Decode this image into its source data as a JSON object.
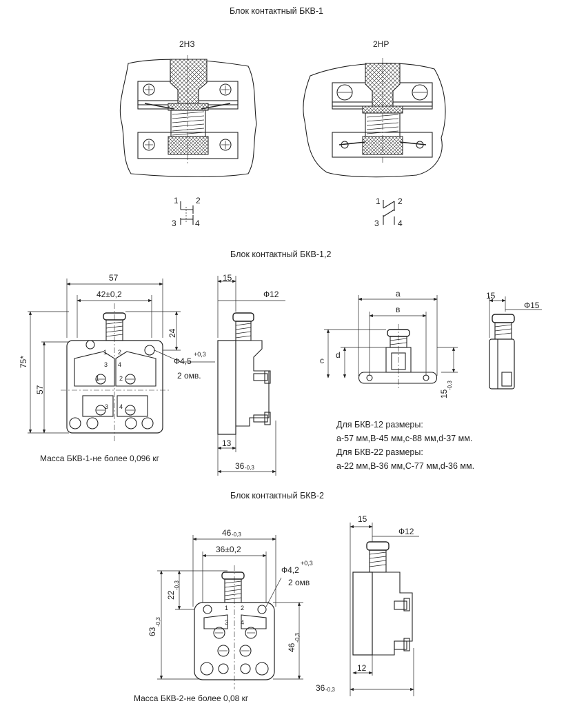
{
  "sections": {
    "bkv1_title": "Блок контактный БКВ-1",
    "bkv12_title": "Блок контактный БКВ-1,2",
    "bkv2_title": "Блок контактный БКВ-2"
  },
  "bkv1": {
    "variant_left": "2НЗ",
    "variant_right": "2НР",
    "schematic_left": [
      "1",
      "2",
      "3",
      "4"
    ],
    "schematic_right": [
      "1",
      "2",
      "3",
      "4"
    ]
  },
  "bkv12": {
    "dim_width": "57",
    "dim_holes": "42±0,2",
    "dim_height_total": "75*",
    "dim_height": "57",
    "dim_top": "24",
    "hole_dia": "Ф4,5",
    "hole_tol": "+0,3",
    "hole_note": "2 омв.",
    "side_top": "15",
    "side_dia": "Ф12",
    "side_bottom": "13",
    "side_depth": "36",
    "side_depth_tol": "-0,3",
    "terminal_labels": [
      "1",
      "2",
      "3",
      "4",
      "1",
      "2",
      "3",
      "4"
    ],
    "mass": "Масса БКВ-1-не более 0,096 кг",
    "alt_a": "a",
    "alt_b": "в",
    "alt_c": "c",
    "alt_d": "d",
    "alt_15": "15",
    "alt_15_tol": "-0,3",
    "alt2_top": "15",
    "alt2_dia": "Ф15",
    "note_lines": [
      "Для БКВ-12 размеры:",
      "а-57 мм,В-45 мм,с-88 мм,d-37 мм.",
      "Для БКВ-22 размеры:",
      "а-22 мм,В-36 мм,С-77 мм,d-36 мм."
    ]
  },
  "bkv2": {
    "dim_width": "46",
    "dim_width_tol": "-0,3",
    "dim_holes": "36±0,2",
    "dim_top": "22",
    "dim_top_tol": "-0,3",
    "dim_height_total": "63",
    "dim_height_total_tol": "-0,3",
    "dim_height": "46",
    "dim_height_tol": "-0,3",
    "hole_dia": "Ф4,2",
    "hole_tol": "+0,3",
    "hole_note": "2 омв",
    "side_top": "15",
    "side_dia": "Ф12",
    "side_bottom": "12",
    "side_depth": "36",
    "side_depth_tol": "-0,3",
    "terminal_labels": [
      "1",
      "2",
      "3",
      "4"
    ],
    "mass": "Масса БКВ-2-не более 0,08 кг"
  }
}
